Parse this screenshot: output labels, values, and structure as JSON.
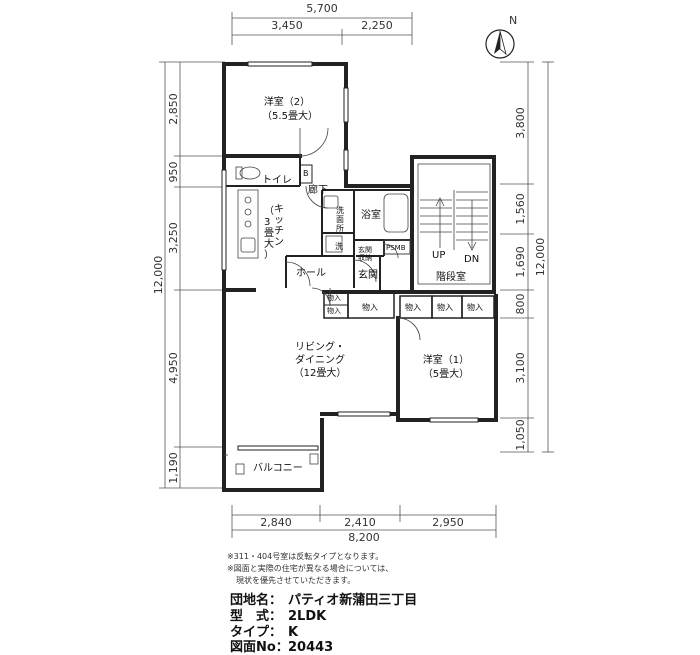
{
  "dimensions": {
    "top_total": "5,700",
    "top_left": "3,450",
    "top_right": "2,250",
    "left_1": "2,850",
    "left_2": "950",
    "left_3": "3,250",
    "left_4": "4,950",
    "left_5": "1,190",
    "left_total": "12,000",
    "right_1": "3,800",
    "right_2": "1,560",
    "right_3": "1,690",
    "right_4": "800",
    "right_5": "3,100",
    "right_6": "1,050",
    "right_total": "12,000",
    "bottom_1": "2,840",
    "bottom_2": "2,410",
    "bottom_3": "2,950",
    "bottom_total": "8,200"
  },
  "rooms": {
    "western2_name": "洋室（2）",
    "western2_size": "（5.5畳大）",
    "toilet": "トイレ",
    "b": "B",
    "corridor": "廊下",
    "wash_1": "洗",
    "wash_2": "面",
    "wash_3": "所",
    "bath": "浴室",
    "washer": "洗",
    "psmb": "PSMB",
    "entrance_storage_1": "玄関",
    "entrance_storage_2": "収納",
    "entrance": "玄関",
    "kitchen_1": "キ",
    "kitchen_2": "ッ",
    "kitchen_3": "チ",
    "kitchen_4": "ン",
    "kitchen_size_1": "（",
    "kitchen_size_2": "3",
    "kitchen_size_3": "畳",
    "kitchen_size_4": "大",
    "kitchen_size_5": "）",
    "hall": "ホール",
    "storage_small_1": "物入",
    "storage_small_2": "物入",
    "storage_1": "物入",
    "storage_2": "物入",
    "storage_3": "物入",
    "storage_4": "物入",
    "stairs": "階段室",
    "up": "UP",
    "dn": "DN",
    "living_1": "リビング・",
    "living_2": "ダイニング",
    "living_3": "（12畳大）",
    "western1_name": "洋室（1）",
    "western1_size": "（5畳大）",
    "balcony": "バルコニー",
    "north": "N"
  },
  "notes": {
    "note1": "※311・404号室は反転タイプとなります。",
    "note2": "※図面と実際の住宅が異なる場合については、",
    "note3": "現状を優先させていただきます。"
  },
  "info": {
    "name_label": "団地名：",
    "name_value": "パティオ新蒲田三丁目",
    "type_label": "型　式：",
    "type_value": "2LDK",
    "kind_label": "タイプ：",
    "kind_value": "K",
    "drawing_label": "図面No：",
    "drawing_value": "20443"
  }
}
